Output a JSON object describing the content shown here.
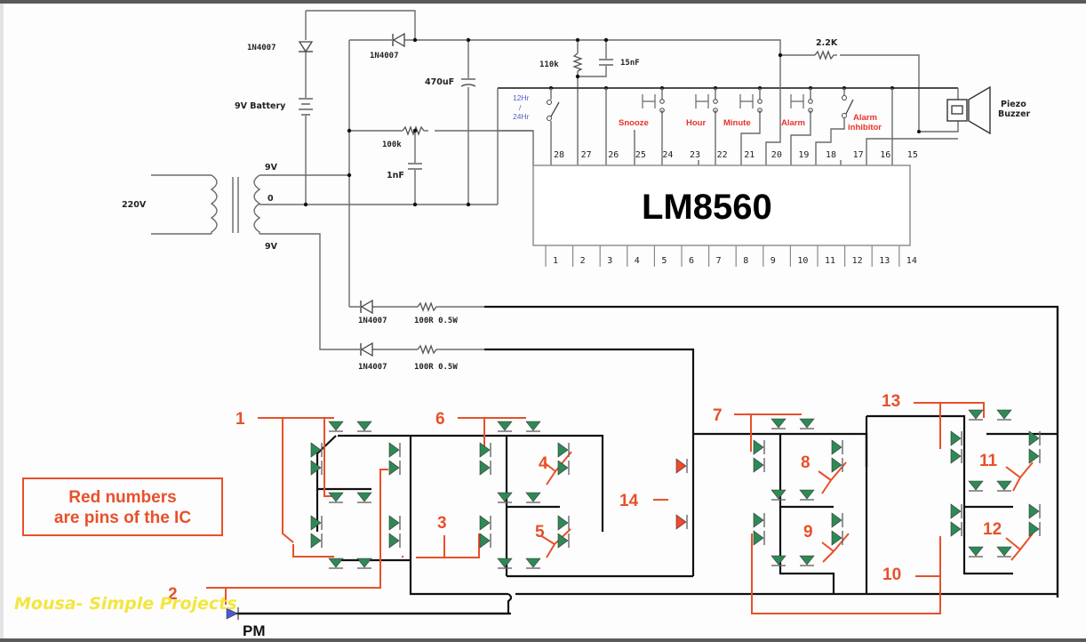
{
  "ic": {
    "name": "LM8560",
    "top_pins": [
      "28",
      "27",
      "26",
      "25",
      "24",
      "23",
      "22",
      "21",
      "20",
      "19",
      "18",
      "17",
      "16",
      "15"
    ],
    "bottom_pins": [
      "1",
      "2",
      "3",
      "4",
      "5",
      "6",
      "7",
      "8",
      "9",
      "10",
      "11",
      "12",
      "13",
      "14"
    ]
  },
  "power": {
    "mains_label": "220V",
    "secondary_top": "9V",
    "secondary_center": "0",
    "secondary_bottom": "9V",
    "battery_label": "9V Battery",
    "diode_battery": "1N4007",
    "diode_main": "1N4007",
    "cap_main": "470uF",
    "res_osc": "100k",
    "cap_osc": "1nF"
  },
  "timing": {
    "res": "110k",
    "cap": "15nF",
    "res_buzzer": "2.2K"
  },
  "buzzer": {
    "line1": "Piezo",
    "line2": "Buzzer"
  },
  "switches": {
    "mode_line1": "12Hr",
    "mode_line2": "/",
    "mode_line3": "24Hr",
    "snooze": "Snooze",
    "hour": "Hour",
    "minute": "Minute",
    "alarm": "Alarm",
    "inhibitor_line1": "Alarm",
    "inhibitor_line2": "inhibitor"
  },
  "drivers": [
    {
      "diode": "1N4007",
      "resistor": "100R 0.5W"
    },
    {
      "diode": "1N4007",
      "resistor": "100R 0.5W"
    }
  ],
  "display_pin_labels": [
    "1",
    "2",
    "3",
    "4",
    "5",
    "6",
    "7",
    "8",
    "9",
    "10",
    "11",
    "12",
    "13",
    "14"
  ],
  "note": {
    "line1": "Red numbers",
    "line2": "are pins of the IC"
  },
  "pm_label": "PM",
  "watermark": "Mousa- Simple Projects",
  "colors": {
    "wire": "#6b6b6b",
    "display_wire": "#111111",
    "pin_trace": "#e8502a",
    "led": "#2e8a55",
    "led_colon": "#ef4a2a",
    "switch_label": "#e8312a",
    "mode_label": "#5a5ec8",
    "watermark": "#f2e42a"
  }
}
